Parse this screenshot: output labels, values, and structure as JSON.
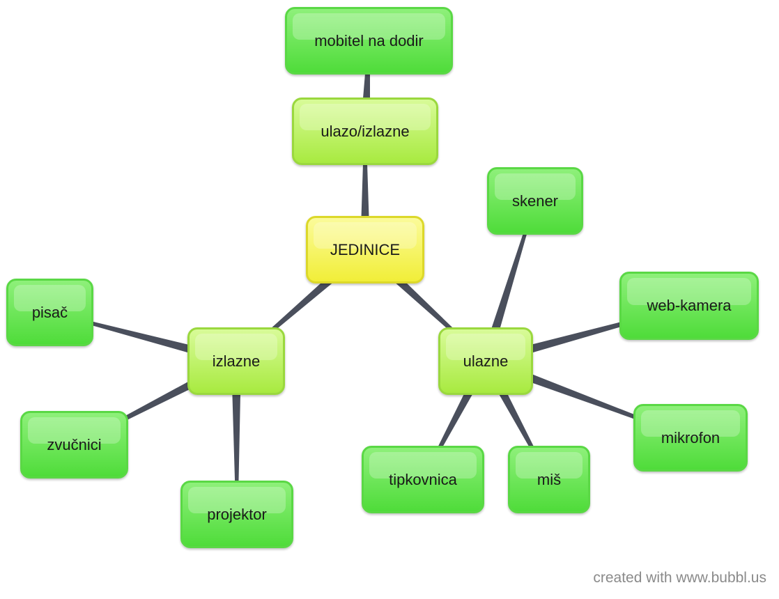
{
  "colors": {
    "edge": "#4a4f5c",
    "root": "#f4f04a",
    "branch": "#b8ef5a",
    "leaf": "#5fe046"
  },
  "nodes": {
    "root": {
      "label": "JEDINICE"
    },
    "io": {
      "label": "ulazo/izlazne"
    },
    "mobitel": {
      "label": "mobitel na dodir"
    },
    "output": {
      "label": "izlazne"
    },
    "input": {
      "label": "ulazne"
    },
    "pisac": {
      "label": "pisač"
    },
    "zvucnici": {
      "label": "zvučnici"
    },
    "projektor": {
      "label": "projektor"
    },
    "skener": {
      "label": "skener"
    },
    "webkamera": {
      "label": "web-kamera"
    },
    "mikrofon": {
      "label": "mikrofon"
    },
    "tipkovnica": {
      "label": "tipkovnica"
    },
    "mis": {
      "label": "miš"
    }
  },
  "edges": [
    [
      "root",
      "io"
    ],
    [
      "io",
      "mobitel"
    ],
    [
      "root",
      "output"
    ],
    [
      "root",
      "input"
    ],
    [
      "output",
      "pisac"
    ],
    [
      "output",
      "zvucnici"
    ],
    [
      "output",
      "projektor"
    ],
    [
      "input",
      "skener"
    ],
    [
      "input",
      "webkamera"
    ],
    [
      "input",
      "mikrofon"
    ],
    [
      "input",
      "tipkovnica"
    ],
    [
      "input",
      "mis"
    ]
  ],
  "footer": {
    "credit": "created with www.bubbl.us"
  }
}
